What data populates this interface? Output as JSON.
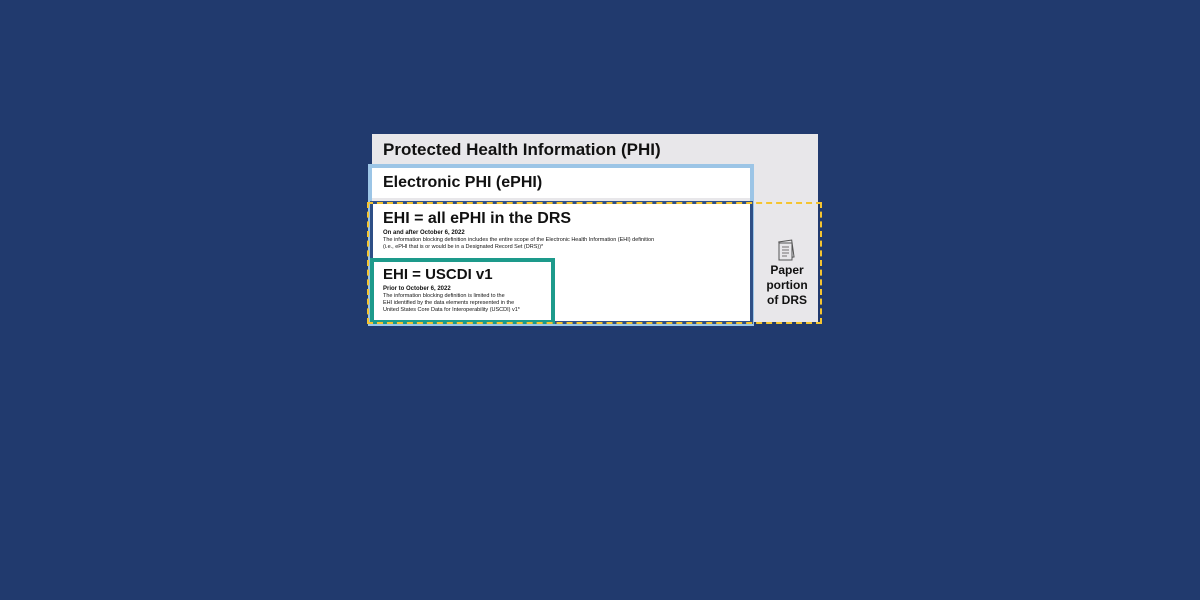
{
  "phi": {
    "title": "Protected Health Information (PHI)"
  },
  "ephi": {
    "title": "Electronic PHI (ePHI)"
  },
  "ehi_all": {
    "title": "EHI = all ePHI in the DRS",
    "subtitle": "On and after October 6, 2022",
    "description_line1": "The information blocking definition includes the entire scope of the Electronic Health Information (EHI) definition",
    "description_line2": "(i.e., ePHI that is or would be in a Designated Record Set (DRS))*"
  },
  "ehi_uscdi": {
    "title": "EHI = USCDI v1",
    "subtitle": "Prior to October 6, 2022",
    "description_line1": "The information blocking definition is limited to the",
    "description_line2": "EHI identified by the data elements represented in the",
    "description_line3": "United States Core Data for Interoperability (USCDI) v1*"
  },
  "paper": {
    "icon": "document-icon",
    "label_line1": "Paper",
    "label_line2": "portion",
    "label_line3": "of DRS"
  },
  "colors": {
    "background": "#213a6e",
    "phi_fill": "#e8e7ea",
    "ephi_border": "#9cc5e6",
    "ehi_all_border": "#2e4f86",
    "uscdi_border": "#1d9a8b",
    "drs_dashed": "#f5c430"
  }
}
